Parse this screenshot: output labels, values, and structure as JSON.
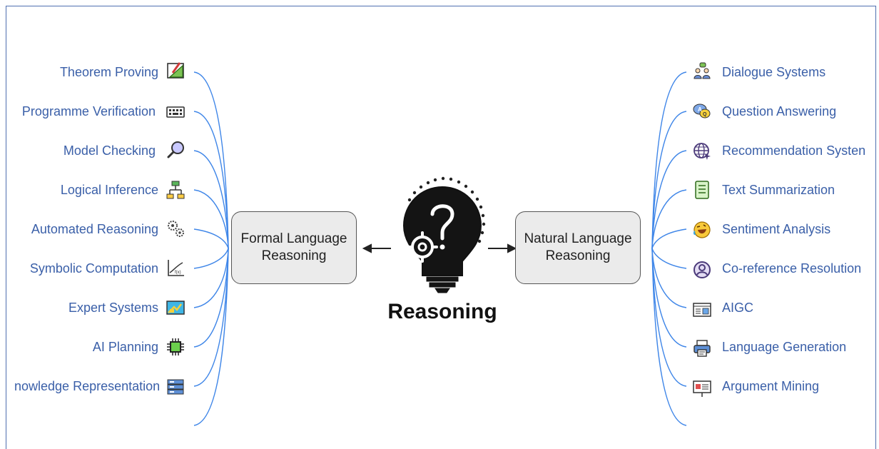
{
  "title": "Reasoning",
  "left_box": {
    "line1": "Formal Language",
    "line2": "Reasoning"
  },
  "right_box": {
    "line1": "Natural Language",
    "line2": "Reasoning"
  },
  "left_items": [
    {
      "label": "Theorem Proving",
      "icon": "pencil-ruler-icon"
    },
    {
      "label": "Programme Verification",
      "icon": "keyboard-icon"
    },
    {
      "label": "Model Checking",
      "icon": "magnifier-icon"
    },
    {
      "label": "Logical Inference",
      "icon": "flowchart-icon"
    },
    {
      "label": "Automated Reasoning",
      "icon": "gears-icon"
    },
    {
      "label": "Symbolic Computation",
      "icon": "function-graph-icon"
    },
    {
      "label": "Expert Systems",
      "icon": "presentation-board-icon"
    },
    {
      "label": "AI Planning",
      "icon": "chip-icon"
    },
    {
      "label": "nowledge Representation",
      "icon": "server-rack-icon"
    }
  ],
  "right_items": [
    {
      "label": "Dialogue Systems",
      "icon": "conversation-icon"
    },
    {
      "label": "Question Answering",
      "icon": "qa-bubbles-icon"
    },
    {
      "label": "Recommendation Systen",
      "icon": "globe-cursor-icon"
    },
    {
      "label": "Text Summarization",
      "icon": "document-list-icon"
    },
    {
      "label": "Sentiment Analysis",
      "icon": "laughing-emoji-icon"
    },
    {
      "label": "Co-reference Resolution",
      "icon": "user-circle-icon"
    },
    {
      "label": "AIGC",
      "icon": "browser-window-icon"
    },
    {
      "label": "Language Generation",
      "icon": "printer-icon"
    },
    {
      "label": "Argument Mining",
      "icon": "projector-screen-icon"
    }
  ],
  "colors": {
    "wire": "#3f86e8",
    "label": "#3a5fa8",
    "box_fill": "#ebebeb",
    "frame": "#4f6fb0"
  }
}
